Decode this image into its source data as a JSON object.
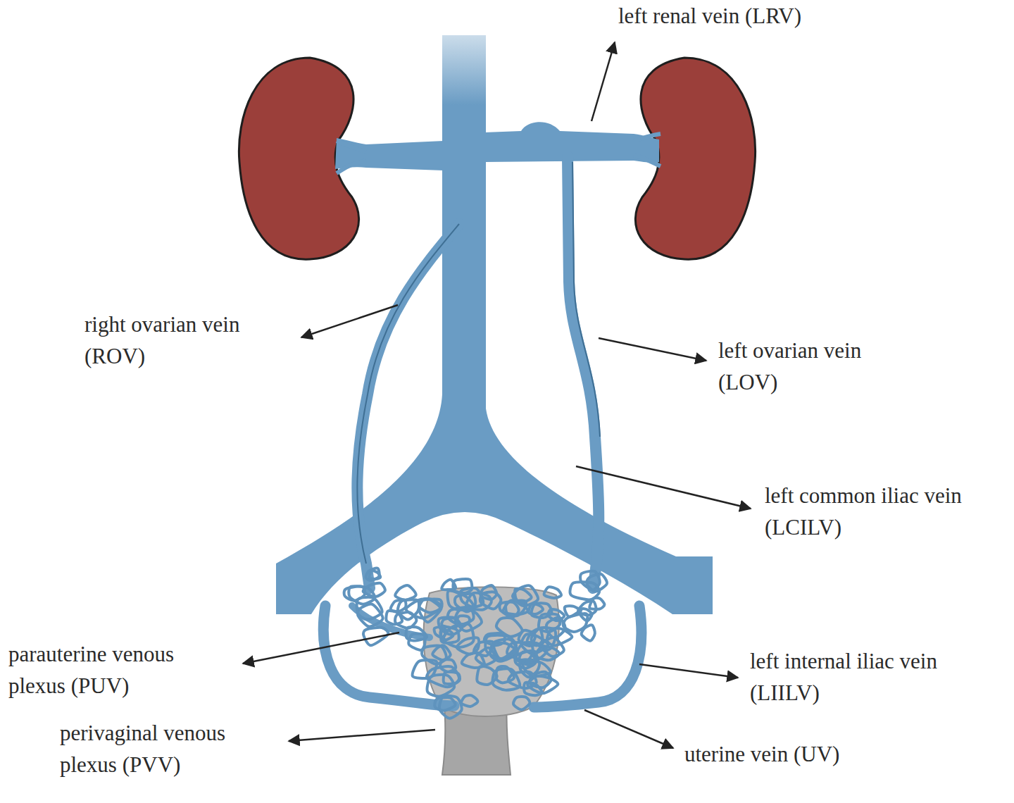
{
  "diagram": {
    "labels": [
      "left renal vein (LRV)",
      "right ovarian vein (ROV)",
      "left ovarian vein (LOV)",
      "left common iliac vein (LCILV)",
      "parauterine venous plexus (PUV)",
      "left internal iliac vein (LIILV)",
      "perivaginal venous plexus (PVV)",
      "uterine vein (UV)"
    ]
  }
}
